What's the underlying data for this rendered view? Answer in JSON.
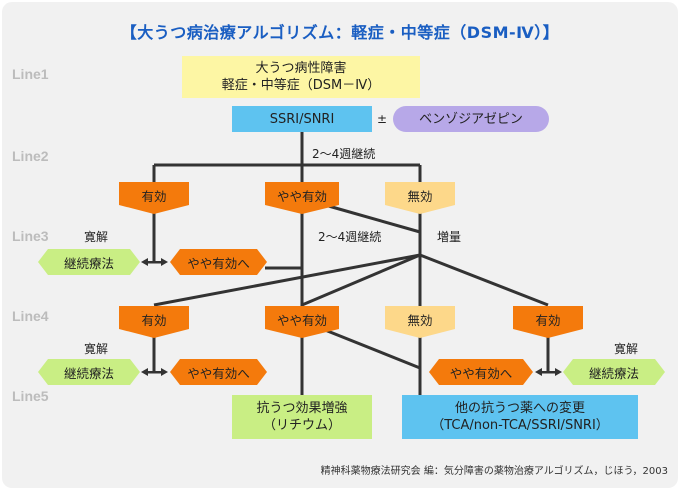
{
  "title": "【大うつ病治療アルゴリズム：軽症・中等症（DSM-Ⅳ）】",
  "lines": [
    "Line1",
    "Line2",
    "Line3",
    "Line4",
    "Line5"
  ],
  "top_box": {
    "line1": "大うつ病性障害",
    "line2": "軽症・中等症（DSM－Ⅳ）"
  },
  "ssri_box": "SSRI/SNRI",
  "plus_minus": "±",
  "benzo": "ベンゾジアゼピン",
  "weeks_label_1": "2～4週継続",
  "weeks_label_2": "2～4週継続",
  "increase_label": "増量",
  "outcomes_row1": {
    "effective": "有効",
    "somewhat": "やや有効",
    "ineffective": "無効"
  },
  "remission_1": "寛解",
  "continue_1": "継続療法",
  "to_somewhat_1": "やや有効へ",
  "outcomes_row2": {
    "effective_left": "有効",
    "somewhat": "やや有効",
    "ineffective": "無効",
    "effective_right": "有効"
  },
  "remission_2": "寛解",
  "continue_2": "継続療法",
  "to_somewhat_2": "やや有効へ",
  "to_somewhat_3": "やや有効へ",
  "remission_3": "寛解",
  "continue_3": "継続療法",
  "augment_box": {
    "line1": "抗うつ効果増強",
    "line2": "（リチウム）"
  },
  "change_box": {
    "line1": "他の抗うつ薬への変更",
    "line2": "（TCA/non-TCA/SSRI/SNRI）"
  },
  "source": "精神科薬物療法研究会 編：気分障害の薬物治療アルゴリズム，じほう，2003",
  "colors": {
    "yellow": "#fdf6a4",
    "blue": "#5ec3f0",
    "purple": "#b7a8e8",
    "orange": "#f47a0c",
    "light_orange": "#fdd88a",
    "green": "#c9ee84",
    "title_blue": "#1a5ec2",
    "line": "#333333"
  }
}
